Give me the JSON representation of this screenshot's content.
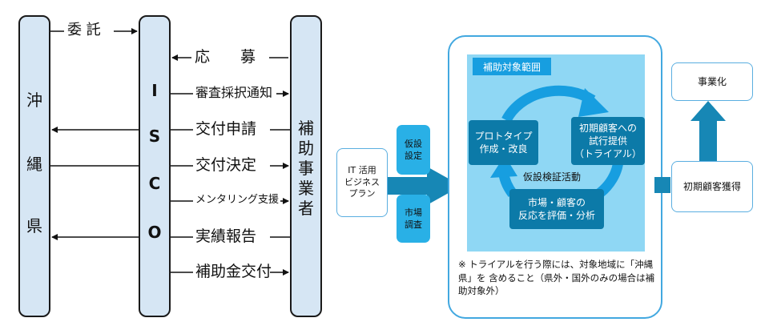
{
  "left_flow": {
    "left_pillar_chars": [
      "沖",
      "縄",
      "県"
    ],
    "center_pillar_chars": [
      "I",
      "S",
      "C",
      "O"
    ],
    "right_pillar_chars": [
      "補",
      "助",
      "事",
      "業",
      "者"
    ],
    "itaku_label": "委 託",
    "steps": [
      {
        "label": "応　　募",
        "direction": "to-isco"
      },
      {
        "label": "審査採択通知",
        "direction": "to-applicant"
      },
      {
        "label": "交付申請",
        "direction": "to-prefecture"
      },
      {
        "label": "交付決定",
        "direction": "to-applicant"
      },
      {
        "label": "メンタリング支援",
        "direction": "to-applicant"
      },
      {
        "label": "実績報告",
        "direction": "to-prefecture"
      },
      {
        "label": "補助金交付",
        "direction": "to-applicant"
      }
    ]
  },
  "right_flow": {
    "input_box": "IT 活用\nビジネス\nプラン",
    "pill_top": "仮設\n設定",
    "pill_bottom": "市場\n調査",
    "scope_tag": "補助対象範囲",
    "box_prototype": "プロトタイプ\n作成・改良",
    "box_trial": "初期顧客への\n試行提供\n（トライアル）",
    "box_evaluate": "市場・顧客の\n反応を評価・分析",
    "cycle_label": "仮設検証活動",
    "note": "※ トライアルを行う際には、対象地域に「沖縄県」を 含めること（県外・国外のみの場合は補助対象外）",
    "box_customer": "初期顧客獲得",
    "box_business": "事業化"
  },
  "colors": {
    "pillar_fill": "#d6e6f4",
    "accent_blue": "#179ee0",
    "dark_teal": "#0c7aa8",
    "light_cyan": "#8fd7f4",
    "arrow_teal": "#1787b5"
  }
}
